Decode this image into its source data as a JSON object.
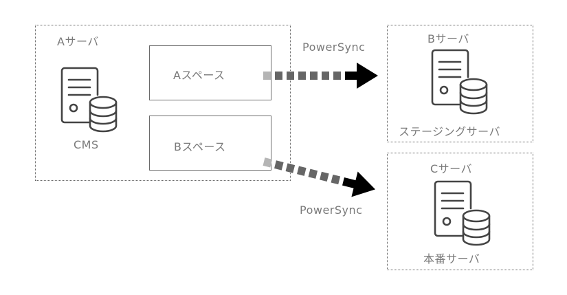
{
  "servers": {
    "a": {
      "title": "Aサーバ",
      "app_label": "CMS",
      "icon": "server-database-icon"
    },
    "b": {
      "title": "Bサーバ",
      "caption": "ステージングサーバ",
      "icon": "server-database-icon"
    },
    "c": {
      "title": "Cサーバ",
      "caption": "本番サーバ",
      "icon": "server-database-icon"
    }
  },
  "spaces": [
    {
      "label": "Aスペース"
    },
    {
      "label": "Bスペース"
    }
  ],
  "sync_arrows": [
    {
      "label": "PowerSync",
      "from": "Aスペース",
      "to": "Bサーバ"
    },
    {
      "label": "PowerSync",
      "from": "Bスペース",
      "to": "Cサーバ"
    }
  ],
  "colors": {
    "stroke": "#444444",
    "text": "#7a7a7a",
    "arrow_start": "#b5b5b5",
    "arrow_mid": "#666666",
    "arrow_head": "#000000"
  }
}
